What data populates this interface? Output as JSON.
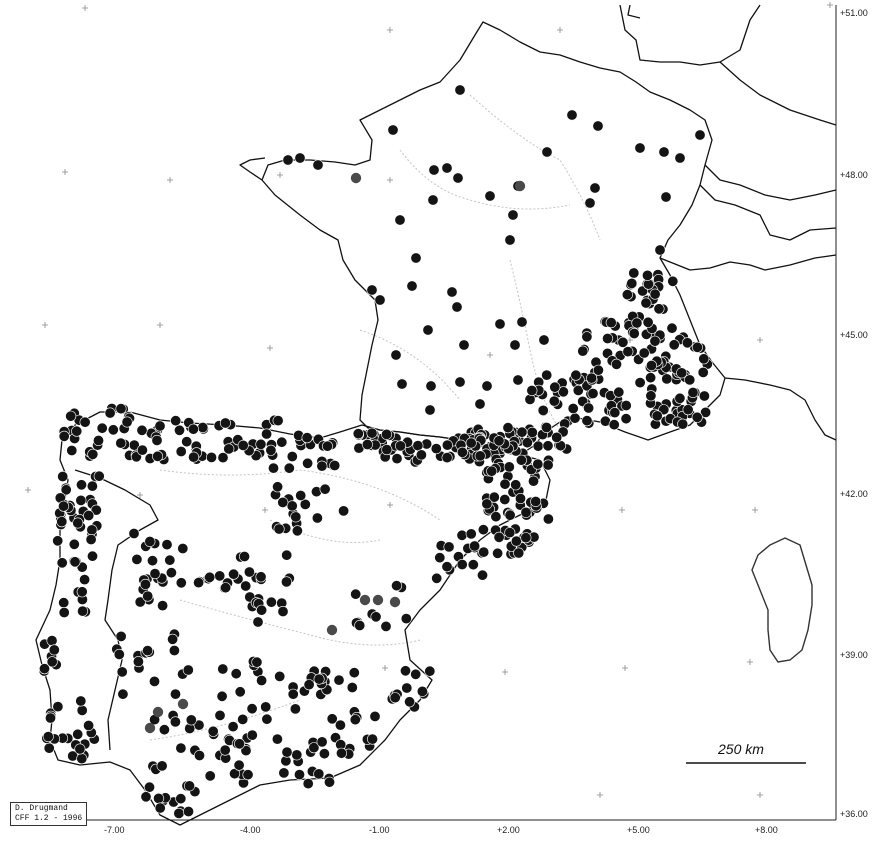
{
  "credit": {
    "line1": "D. Drugmand",
    "line2": "CFF 1.2 - 1996"
  },
  "scale": {
    "label": "250 km"
  },
  "axes": {
    "lat_labels": [
      "+51.00",
      "+48.00",
      "+45.00",
      "+42.00",
      "+39.00",
      "+36.00"
    ],
    "lon_labels": [
      "-7.00",
      "-4.00",
      "-1.00",
      "+2.00",
      "+5.00",
      "+8.00"
    ]
  },
  "caption": "",
  "colors": {
    "dot": "#141414",
    "dot_light": "#4a4a4a",
    "border": "#111111",
    "river": "#bdbdbd"
  },
  "occurrence_points": {
    "description": "dot records",
    "highlighted_count": 9
  }
}
